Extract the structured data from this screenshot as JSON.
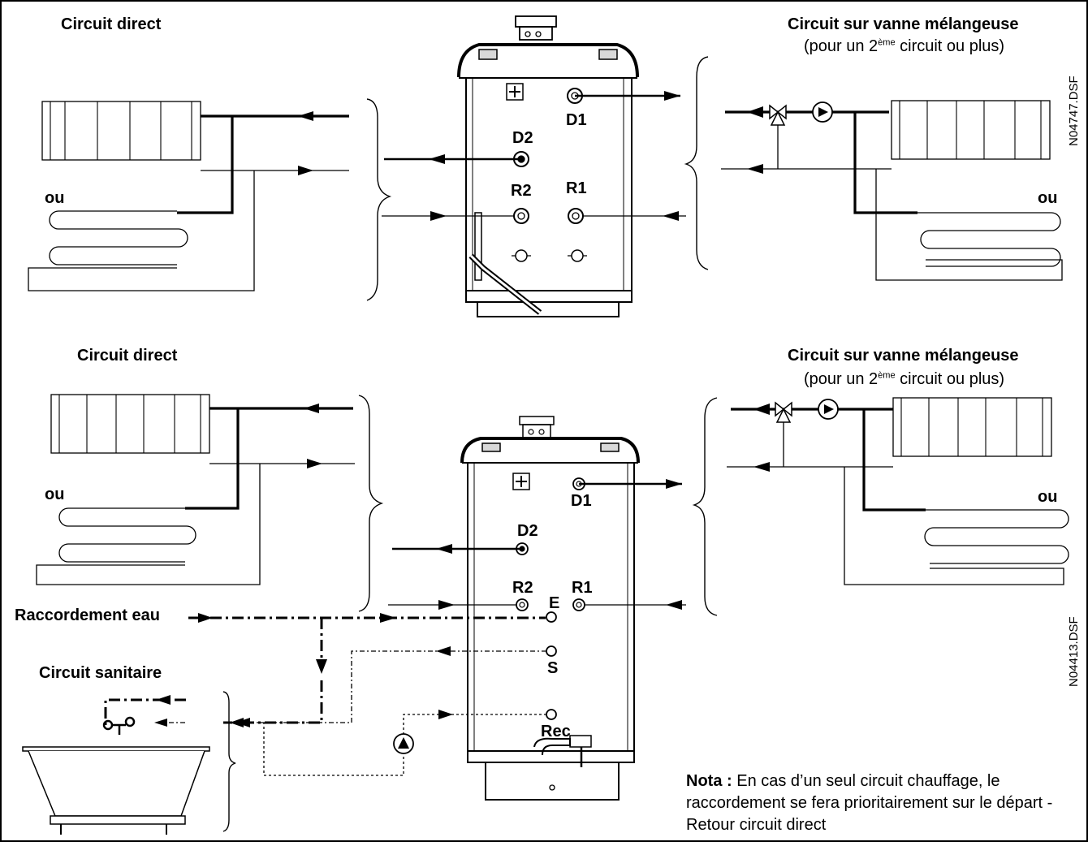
{
  "top": {
    "left_title": "Circuit direct",
    "left_ou": "ou",
    "right_title": "Circuit sur vanne mélangeuse",
    "right_sub_pre": "(pour un 2",
    "right_sub_sup": "ème",
    "right_sub_post": " circuit ou plus)",
    "right_ou": "ou",
    "ref": "N04747.DSF",
    "labels": {
      "d1": "D1",
      "d2": "D2",
      "r1": "R1",
      "r2": "R2"
    }
  },
  "bottom": {
    "left_title": "Circuit direct",
    "left_ou": "ou",
    "right_title": "Circuit sur vanne mélangeuse",
    "right_sub_pre": "(pour un 2",
    "right_sub_sup": "ème",
    "right_sub_post": " circuit ou plus)",
    "right_ou": "ou",
    "ref": "N04413.DSF",
    "labels": {
      "d1": "D1",
      "d2": "D2",
      "r1": "R1",
      "r2": "R2",
      "e": "E",
      "s": "S",
      "rec": "Rec"
    },
    "water_label": "Raccordement eau",
    "sanitary_title": "Circuit sanitaire",
    "nota_label": "Nota :",
    "nota_text": " En cas d’un seul circuit chauffage, le raccordement se fera prioritairement sur le départ - Retour circuit direct"
  },
  "colors": {
    "line": "#000000",
    "boiler_fill": "#ffffff",
    "boiler_shade": "#d9d9d9"
  }
}
